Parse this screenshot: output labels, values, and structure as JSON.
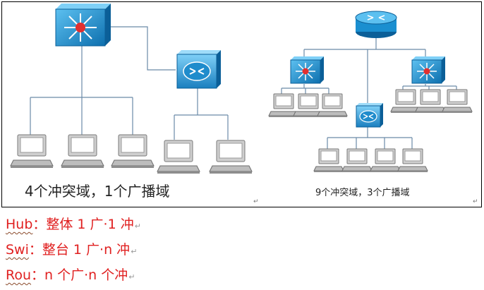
{
  "left_panel": {
    "caption": "4个冲突域，1个广播域",
    "paragraph_mark": "↵"
  },
  "right_panel": {
    "caption": "9个冲突域，3个广播域",
    "paragraph_mark": "↵"
  },
  "notes": [
    {
      "device": "Hub",
      "text": "：整体 1 广·1 冲",
      "mark": "↵"
    },
    {
      "device": "Swi",
      "text": "：整台 1 广·n 冲",
      "mark": "↵"
    },
    {
      "device": "Rou",
      "text": "：n 个广·n 个冲",
      "mark": "↵"
    }
  ],
  "colors": {
    "note_text": "#e02020",
    "switch_blue": "#1a8fd0",
    "router_blue": "#2a9bd6",
    "link_line": "#6a8aa8"
  },
  "icons": [
    "switch-icon",
    "router-icon",
    "computer-icon"
  ]
}
